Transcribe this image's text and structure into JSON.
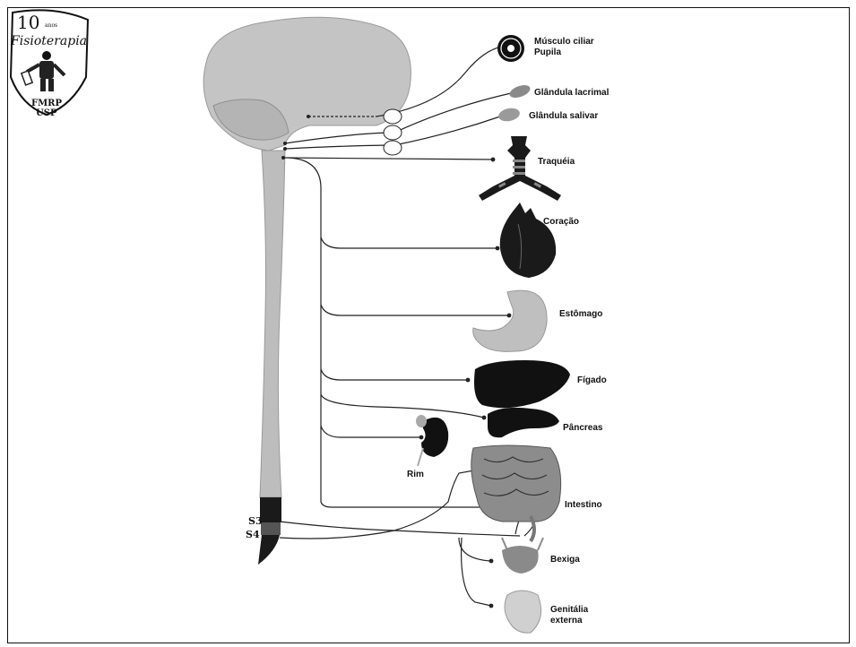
{
  "logo": {
    "badge_number": "10",
    "badge_small": "anos",
    "line1": "Fisioterapia",
    "line2": "FMRP",
    "line3": "USP"
  },
  "segments": {
    "s3": "S3",
    "s4": "S4"
  },
  "organs": [
    {
      "id": "musculo-ciliar",
      "label": "Músculo ciliar"
    },
    {
      "id": "pupila",
      "label": "Pupila"
    },
    {
      "id": "glandula-lacrimal",
      "label": "Glândula lacrimal"
    },
    {
      "id": "glandula-salivar",
      "label": "Glândula salivar"
    },
    {
      "id": "traqueia",
      "label": "Traquéia"
    },
    {
      "id": "coracao",
      "label": "Coração"
    },
    {
      "id": "estomago",
      "label": "Estômago"
    },
    {
      "id": "figado",
      "label": "Fígado"
    },
    {
      "id": "pancreas",
      "label": "Pâncreas"
    },
    {
      "id": "rim",
      "label": "Rim"
    },
    {
      "id": "intestino",
      "label": "Intestino"
    },
    {
      "id": "bexiga",
      "label": "Bexiga"
    },
    {
      "id": "genitalia-1",
      "label": "Genitália"
    },
    {
      "id": "genitalia-2",
      "label": "externa"
    }
  ],
  "colors": {
    "border": "#111111",
    "cns_gray": "#bdbdbd",
    "organ_dark": "#1a1a1a",
    "organ_mid": "#8a8a8a",
    "organ_light": "#cfcfcf"
  }
}
